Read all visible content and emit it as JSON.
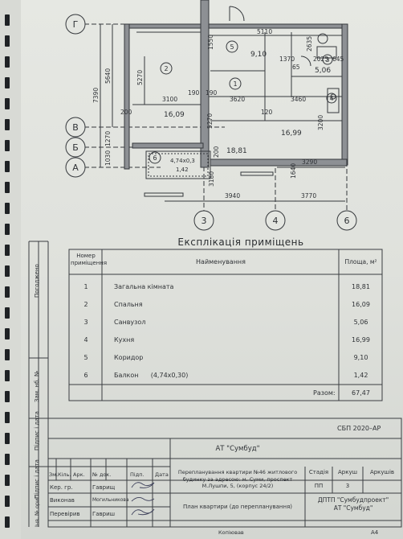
{
  "plan": {
    "axes_letters": [
      "Г",
      "В",
      "Б",
      "А"
    ],
    "axes_numbers": [
      "3",
      "4",
      "6"
    ],
    "dims": {
      "top_5110": "5110",
      "v_7390": "7390",
      "v_5640": "5640",
      "v_5270": "5270",
      "v_1550": "1550",
      "v_2635": "2635",
      "d_1370": "1370",
      "d_2025": "2025",
      "d_645": "645",
      "d_65": "65",
      "d_3100": "3100",
      "d_190a": "190",
      "d_190b": "190",
      "d_3620": "3620",
      "d_3460": "3460",
      "d_200": "200",
      "d_120": "120",
      "v_3200": "3200",
      "v_5270b": "5270",
      "v_1270": "1270",
      "v_1030": "1030",
      "v_200": "200",
      "v_1640": "1640",
      "d_3290": "3290",
      "d_3940": "3940",
      "d_3770": "3770",
      "v_3180": "3180",
      "balcony_size": "4,74х0,3",
      "balcony_area": "1,42"
    },
    "rooms": [
      {
        "num": "1",
        "area": "18,81"
      },
      {
        "num": "2",
        "area": "16,09"
      },
      {
        "num": "3",
        "area": "5,06"
      },
      {
        "num": "4",
        "area": "16,99"
      },
      {
        "num": "5",
        "area": "9,10"
      },
      {
        "num": "6",
        "area": ""
      }
    ]
  },
  "explication": {
    "title": "Експлікація приміщень",
    "headers": [
      "Номер приміщення",
      "Найменування",
      "Площа, м²"
    ],
    "rows": [
      {
        "num": "1",
        "name": "Загальна кімната",
        "area": "18,81"
      },
      {
        "num": "2",
        "name": "Спальня",
        "area": "16,09"
      },
      {
        "num": "3",
        "name": "Санвузол",
        "area": "5,06"
      },
      {
        "num": "4",
        "name": "Кухня",
        "area": "16,99"
      },
      {
        "num": "5",
        "name": "Коридор",
        "area": "9,10"
      },
      {
        "num": "6",
        "name": "Балкон      (4,74х0,30)",
        "area": "1,42"
      }
    ],
    "total_label": "Разом:",
    "total_value": "67,47"
  },
  "side_labels": [
    "Погоджено",
    "Зам. нб. №",
    "Підпис і дата",
    "Підпис і дата",
    "Інв. № ориг."
  ],
  "stamp": {
    "code": "СБП 2020–АР",
    "org_top": "АТ \"Сумбуд\"",
    "rev_headers": [
      "Зм.",
      "Кіль.",
      "Арк.",
      "№ док.",
      "Підп.",
      "Дата"
    ],
    "people": [
      {
        "role": "Кер. гр.",
        "name": "Гаврищ"
      },
      {
        "role": "Виконав",
        "name": "Могильникова"
      },
      {
        "role": "Перевірив",
        "name": "Гавриш"
      }
    ],
    "description": "Перепланування квартири №46 житлового будинку за адресою: м. Суми, проспект М.Лушпи, 5, (корпус 24/2)",
    "stage_headers": [
      "Стадія",
      "Аркуш",
      "Аркушів"
    ],
    "stage_values": [
      "ПП",
      "3",
      ""
    ],
    "sheet_title": "План квартири (до перепланування)",
    "org_bottom": "ДПТП \"Сумбудпроект\"\nАТ \"Сумбуд\"",
    "copied": "Копіював",
    "format": "А4"
  }
}
